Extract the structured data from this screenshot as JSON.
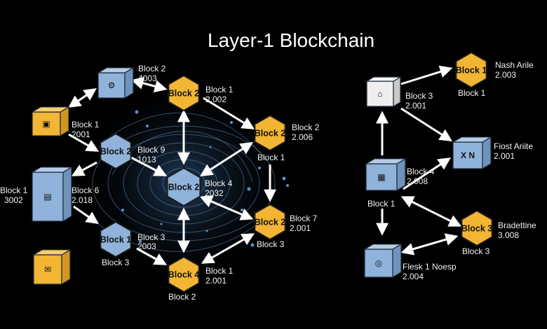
{
  "title": "Layer-1 Blockchain",
  "colors": {
    "gold": "#f2b534",
    "blue": "#8fb3da",
    "white": "#eeeeee",
    "bg": "#000000"
  },
  "nodes": {
    "hex_top": {
      "name": "Block 2",
      "label1": "Block 1",
      "label2": "2.002"
    },
    "hex_right": {
      "name": "Block 2",
      "label1": "Block 2",
      "label2": "2.006",
      "label3": "Block 1"
    },
    "hex_center": {
      "name": "Block 2",
      "label1": "Block 4",
      "label2": "2032"
    },
    "hex_left": {
      "name": "Block 2",
      "label1": "Block 9",
      "label2": "1013"
    },
    "hex_lower_left": {
      "name": "Block 1",
      "label1": "Block 3",
      "label2": "2003",
      "label3": "Block 3"
    },
    "hex_lower_right": {
      "name": "Block 2",
      "label1": "Block 7",
      "label2": "2.001",
      "label3": "Block 3"
    },
    "hex_bottom": {
      "name": "Block 4",
      "label1": "Block 1",
      "label2": "2.001",
      "label3": "Block 2"
    },
    "cube_top_left": {
      "label1": "Block 2",
      "label2": "4003"
    },
    "cube_gold_left": {
      "label1": "Block 1",
      "label2": "2001"
    },
    "cube_tall_left": {
      "label0": "Block 1",
      "label1": "3002",
      "label2": "Block 6",
      "label3": "2.018"
    },
    "cube_gold_bottom_left": {},
    "r_cube_white": {
      "label1": "Block 3",
      "label2": "2.001"
    },
    "r_hex_top": {
      "name": "Block 1",
      "label1": "Nash Arile",
      "label2": "2.003",
      "label3": "Block 1"
    },
    "r_cube_right": {
      "label1": "Fiost Ariite",
      "label2": "2.001"
    },
    "r_cube_mid": {
      "label1": "Block 4",
      "label2": "2.008",
      "label3": "Block 1"
    },
    "r_hex_bottom": {
      "name": "Block 3",
      "label1": "Bradettine",
      "label2": "3.008",
      "label3": "Block 3"
    },
    "r_cube_bottom": {
      "label1": "Flesk 1 Noesp",
      "label2": "2.004"
    }
  }
}
